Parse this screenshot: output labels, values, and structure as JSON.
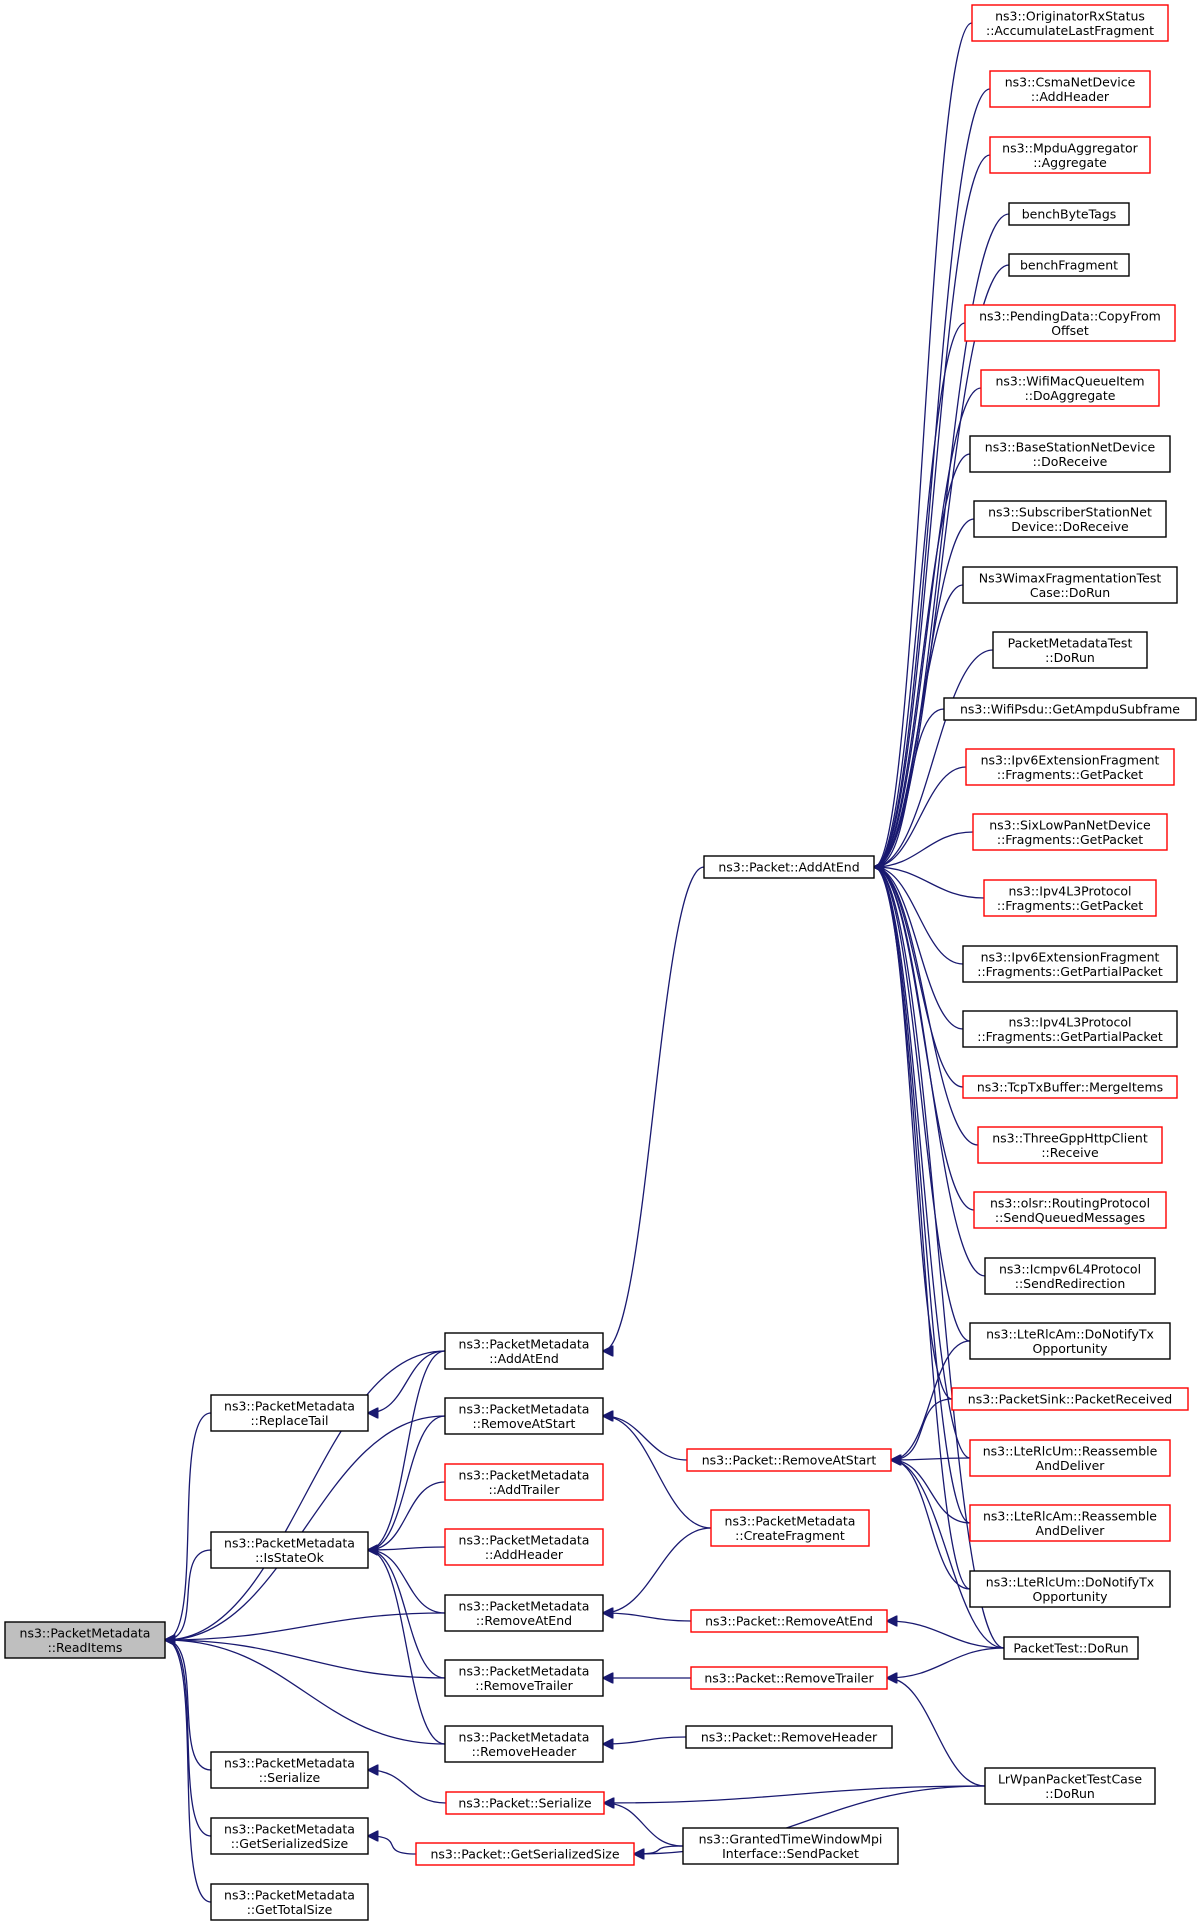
{
  "colors": {
    "edge": "#191970",
    "border_default": "#000000",
    "border_truncated": "#ff0000",
    "fill_default": "#ffffff",
    "fill_root": "#bfbfbf"
  },
  "nodes": [
    {
      "id": "readItems",
      "lines": [
        "ns3::PacketMetadata",
        "::ReadItems"
      ],
      "style": "root"
    },
    {
      "id": "replaceTail",
      "lines": [
        "ns3::PacketMetadata",
        "::ReplaceTail"
      ],
      "style": "default"
    },
    {
      "id": "isStateOk",
      "lines": [
        "ns3::PacketMetadata",
        "::IsStateOk"
      ],
      "style": "default"
    },
    {
      "id": "serializePM",
      "lines": [
        "ns3::PacketMetadata",
        "::Serialize"
      ],
      "style": "default"
    },
    {
      "id": "getSerSizePM",
      "lines": [
        "ns3::PacketMetadata",
        "::GetSerializedSize"
      ],
      "style": "default"
    },
    {
      "id": "getTotalSize",
      "lines": [
        "ns3::PacketMetadata",
        "::GetTotalSize"
      ],
      "style": "default"
    },
    {
      "id": "addAtEndPM",
      "lines": [
        "ns3::PacketMetadata",
        "::AddAtEnd"
      ],
      "style": "default"
    },
    {
      "id": "removeAtStartPM",
      "lines": [
        "ns3::PacketMetadata",
        "::RemoveAtStart"
      ],
      "style": "default"
    },
    {
      "id": "addTrailerPM",
      "lines": [
        "ns3::PacketMetadata",
        "::AddTrailer"
      ],
      "style": "truncated"
    },
    {
      "id": "addHeaderPM",
      "lines": [
        "ns3::PacketMetadata",
        "::AddHeader"
      ],
      "style": "truncated"
    },
    {
      "id": "removeAtEndPM",
      "lines": [
        "ns3::PacketMetadata",
        "::RemoveAtEnd"
      ],
      "style": "default"
    },
    {
      "id": "removeTrailerPM",
      "lines": [
        "ns3::PacketMetadata",
        "::RemoveTrailer"
      ],
      "style": "default"
    },
    {
      "id": "removeHeaderPM",
      "lines": [
        "ns3::PacketMetadata",
        "::RemoveHeader"
      ],
      "style": "default"
    },
    {
      "id": "packetAddAtEnd",
      "lines": [
        "ns3::Packet::AddAtEnd"
      ],
      "style": "default"
    },
    {
      "id": "packetRemoveAtStart",
      "lines": [
        "ns3::Packet::RemoveAtStart"
      ],
      "style": "truncated"
    },
    {
      "id": "createFragment",
      "lines": [
        "ns3::PacketMetadata",
        "::CreateFragment"
      ],
      "style": "truncated"
    },
    {
      "id": "packetRemoveAtEnd",
      "lines": [
        "ns3::Packet::RemoveAtEnd"
      ],
      "style": "truncated"
    },
    {
      "id": "packetRemoveTrailer",
      "lines": [
        "ns3::Packet::RemoveTrailer"
      ],
      "style": "truncated"
    },
    {
      "id": "packetRemoveHeader",
      "lines": [
        "ns3::Packet::RemoveHeader"
      ],
      "style": "default"
    },
    {
      "id": "packetSerialize",
      "lines": [
        "ns3::Packet::Serialize"
      ],
      "style": "truncated"
    },
    {
      "id": "packetGetSerSize",
      "lines": [
        "ns3::Packet::GetSerializedSize"
      ],
      "style": "truncated"
    },
    {
      "id": "grantedSendPacket",
      "lines": [
        "ns3::GrantedTimeWindowMpi",
        "Interface::SendPacket"
      ],
      "style": "default"
    },
    {
      "id": "origAccum",
      "lines": [
        "ns3::OriginatorRxStatus",
        "::AccumulateLastFragment"
      ],
      "style": "truncated"
    },
    {
      "id": "csmaAddHeader",
      "lines": [
        "ns3::CsmaNetDevice",
        "::AddHeader"
      ],
      "style": "truncated"
    },
    {
      "id": "mpduAggregate",
      "lines": [
        "ns3::MpduAggregator",
        "::Aggregate"
      ],
      "style": "truncated"
    },
    {
      "id": "benchByteTags",
      "lines": [
        "benchByteTags"
      ],
      "style": "default"
    },
    {
      "id": "benchFragment",
      "lines": [
        "benchFragment"
      ],
      "style": "default"
    },
    {
      "id": "pendingCopy",
      "lines": [
        "ns3::PendingData::CopyFrom",
        "Offset"
      ],
      "style": "truncated"
    },
    {
      "id": "wifiMacDoAgg",
      "lines": [
        "ns3::WifiMacQueueItem",
        "::DoAggregate"
      ],
      "style": "truncated"
    },
    {
      "id": "bsDoReceive",
      "lines": [
        "ns3::BaseStationNetDevice",
        "::DoReceive"
      ],
      "style": "default"
    },
    {
      "id": "ssDoReceive",
      "lines": [
        "ns3::SubscriberStationNet",
        "Device::DoReceive"
      ],
      "style": "default"
    },
    {
      "id": "wimaxDoRun",
      "lines": [
        "Ns3WimaxFragmentationTest",
        "Case::DoRun"
      ],
      "style": "default"
    },
    {
      "id": "pmTestDoRun",
      "lines": [
        "PacketMetadataTest",
        "::DoRun"
      ],
      "style": "default"
    },
    {
      "id": "wifiPsdu",
      "lines": [
        "ns3::WifiPsdu::GetAmpduSubframe"
      ],
      "style": "default"
    },
    {
      "id": "ipv6ExtGetPacket",
      "lines": [
        "ns3::Ipv6ExtensionFragment",
        "::Fragments::GetPacket"
      ],
      "style": "truncated"
    },
    {
      "id": "sixLowGetPacket",
      "lines": [
        "ns3::SixLowPanNetDevice",
        "::Fragments::GetPacket"
      ],
      "style": "truncated"
    },
    {
      "id": "ipv4GetPacket",
      "lines": [
        "ns3::Ipv4L3Protocol",
        "::Fragments::GetPacket"
      ],
      "style": "truncated"
    },
    {
      "id": "ipv6ExtPartial",
      "lines": [
        "ns3::Ipv6ExtensionFragment",
        "::Fragments::GetPartialPacket"
      ],
      "style": "default"
    },
    {
      "id": "ipv4Partial",
      "lines": [
        "ns3::Ipv4L3Protocol",
        "::Fragments::GetPartialPacket"
      ],
      "style": "default"
    },
    {
      "id": "tcpMerge",
      "lines": [
        "ns3::TcpTxBuffer::MergeItems"
      ],
      "style": "truncated"
    },
    {
      "id": "threeGpp",
      "lines": [
        "ns3::ThreeGppHttpClient",
        "::Receive"
      ],
      "style": "truncated"
    },
    {
      "id": "olsrSend",
      "lines": [
        "ns3::olsr::RoutingProtocol",
        "::SendQueuedMessages"
      ],
      "style": "truncated"
    },
    {
      "id": "icmpRedir",
      "lines": [
        "ns3::Icmpv6L4Protocol",
        "::SendRedirection"
      ],
      "style": "default"
    },
    {
      "id": "lteAmNotify",
      "lines": [
        "ns3::LteRlcAm::DoNotifyTx",
        "Opportunity"
      ],
      "style": "default"
    },
    {
      "id": "sinkReceived",
      "lines": [
        "ns3::PacketSink::PacketReceived"
      ],
      "style": "truncated"
    },
    {
      "id": "lteUmReasm",
      "lines": [
        "ns3::LteRlcUm::Reassemble",
        "AndDeliver"
      ],
      "style": "truncated"
    },
    {
      "id": "lteAmReasm",
      "lines": [
        "ns3::LteRlcAm::Reassemble",
        "AndDeliver"
      ],
      "style": "truncated"
    },
    {
      "id": "lteUmNotify",
      "lines": [
        "ns3::LteRlcUm::DoNotifyTx",
        "Opportunity"
      ],
      "style": "default"
    },
    {
      "id": "packetTestDoRun",
      "lines": [
        "PacketTest::DoRun"
      ],
      "style": "default"
    },
    {
      "id": "lrwpanDoRun",
      "lines": [
        "LrWpanPacketTestCase",
        "::DoRun"
      ],
      "style": "default"
    }
  ],
  "edges": [
    [
      "readItems",
      "addAtEndPM"
    ],
    [
      "readItems",
      "replaceTail"
    ],
    [
      "readItems",
      "removeAtStartPM"
    ],
    [
      "readItems",
      "isStateOk"
    ],
    [
      "readItems",
      "removeAtEndPM"
    ],
    [
      "readItems",
      "removeTrailerPM"
    ],
    [
      "readItems",
      "removeHeaderPM"
    ],
    [
      "readItems",
      "serializePM"
    ],
    [
      "readItems",
      "getSerSizePM"
    ],
    [
      "readItems",
      "getTotalSize"
    ],
    [
      "replaceTail",
      "addAtEndPM"
    ],
    [
      "isStateOk",
      "addAtEndPM"
    ],
    [
      "isStateOk",
      "removeAtStartPM"
    ],
    [
      "isStateOk",
      "addTrailerPM"
    ],
    [
      "isStateOk",
      "addHeaderPM"
    ],
    [
      "isStateOk",
      "removeAtEndPM"
    ],
    [
      "isStateOk",
      "removeTrailerPM"
    ],
    [
      "isStateOk",
      "removeHeaderPM"
    ],
    [
      "serializePM",
      "packetSerialize"
    ],
    [
      "getSerSizePM",
      "packetGetSerSize"
    ],
    [
      "addAtEndPM",
      "packetAddAtEnd"
    ],
    [
      "removeAtStartPM",
      "packetRemoveAtStart"
    ],
    [
      "removeAtStartPM",
      "createFragment"
    ],
    [
      "removeAtEndPM",
      "createFragment"
    ],
    [
      "removeAtEndPM",
      "packetRemoveAtEnd"
    ],
    [
      "removeTrailerPM",
      "packetRemoveTrailer"
    ],
    [
      "removeHeaderPM",
      "packetRemoveHeader"
    ],
    [
      "packetAddAtEnd",
      "origAccum"
    ],
    [
      "packetAddAtEnd",
      "csmaAddHeader"
    ],
    [
      "packetAddAtEnd",
      "mpduAggregate"
    ],
    [
      "packetAddAtEnd",
      "benchByteTags"
    ],
    [
      "packetAddAtEnd",
      "benchFragment"
    ],
    [
      "packetAddAtEnd",
      "pendingCopy"
    ],
    [
      "packetAddAtEnd",
      "wifiMacDoAgg"
    ],
    [
      "packetAddAtEnd",
      "bsDoReceive"
    ],
    [
      "packetAddAtEnd",
      "ssDoReceive"
    ],
    [
      "packetAddAtEnd",
      "wimaxDoRun"
    ],
    [
      "packetAddAtEnd",
      "pmTestDoRun"
    ],
    [
      "packetAddAtEnd",
      "wifiPsdu"
    ],
    [
      "packetAddAtEnd",
      "ipv6ExtGetPacket"
    ],
    [
      "packetAddAtEnd",
      "sixLowGetPacket"
    ],
    [
      "packetAddAtEnd",
      "ipv4GetPacket"
    ],
    [
      "packetAddAtEnd",
      "ipv6ExtPartial"
    ],
    [
      "packetAddAtEnd",
      "ipv4Partial"
    ],
    [
      "packetAddAtEnd",
      "tcpMerge"
    ],
    [
      "packetAddAtEnd",
      "threeGpp"
    ],
    [
      "packetAddAtEnd",
      "olsrSend"
    ],
    [
      "packetAddAtEnd",
      "icmpRedir"
    ],
    [
      "packetAddAtEnd",
      "lteAmNotify"
    ],
    [
      "packetAddAtEnd",
      "sinkReceived"
    ],
    [
      "packetAddAtEnd",
      "lteUmReasm"
    ],
    [
      "packetAddAtEnd",
      "lteAmReasm"
    ],
    [
      "packetAddAtEnd",
      "lteUmNotify"
    ],
    [
      "packetAddAtEnd",
      "packetTestDoRun"
    ],
    [
      "packetRemoveAtStart",
      "lteAmNotify"
    ],
    [
      "packetRemoveAtStart",
      "sinkReceived"
    ],
    [
      "packetRemoveAtStart",
      "lteUmReasm"
    ],
    [
      "packetRemoveAtStart",
      "lteAmReasm"
    ],
    [
      "packetRemoveAtStart",
      "lteUmNotify"
    ],
    [
      "packetRemoveAtStart",
      "packetTestDoRun"
    ],
    [
      "packetRemoveAtEnd",
      "packetTestDoRun"
    ],
    [
      "packetRemoveTrailer",
      "packetTestDoRun"
    ],
    [
      "packetRemoveTrailer",
      "lrwpanDoRun"
    ],
    [
      "packetSerialize",
      "lrwpanDoRun"
    ],
    [
      "packetSerialize",
      "grantedSendPacket"
    ],
    [
      "packetGetSerSize",
      "grantedSendPacket"
    ],
    [
      "packetGetSerSize",
      "lrwpanDoRun"
    ]
  ]
}
